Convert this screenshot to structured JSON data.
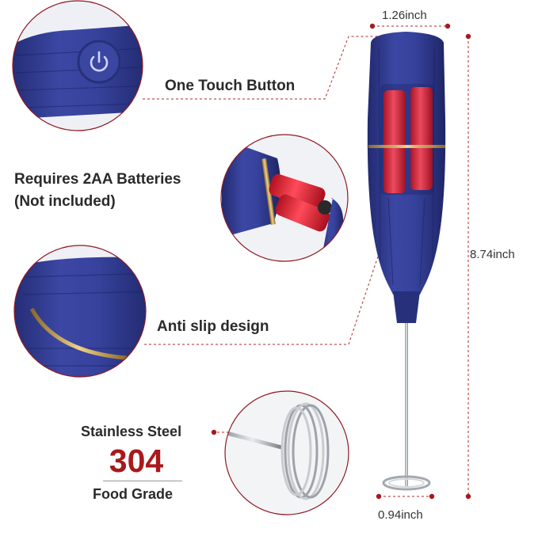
{
  "features": {
    "one_touch": "One Touch Button",
    "batteries_line1": "Requires 2AA Batteries",
    "batteries_line2": "(Not included)",
    "anti_slip": "Anti slip design",
    "steel_line1": "Stainless Steel",
    "steel_grade": "304",
    "steel_line2": "Food Grade"
  },
  "dimensions": {
    "top_width": "1.26inch",
    "height": "8.74inch",
    "bottom_width": "0.94inch"
  },
  "colors": {
    "body_blue": "#2f3a8c",
    "accent_red": "#a8191c",
    "leader_line": "#b02a2a",
    "gold_ring": "#c9a24a",
    "battery_red": "#d8192a"
  },
  "icons": {
    "power": "power-icon"
  }
}
